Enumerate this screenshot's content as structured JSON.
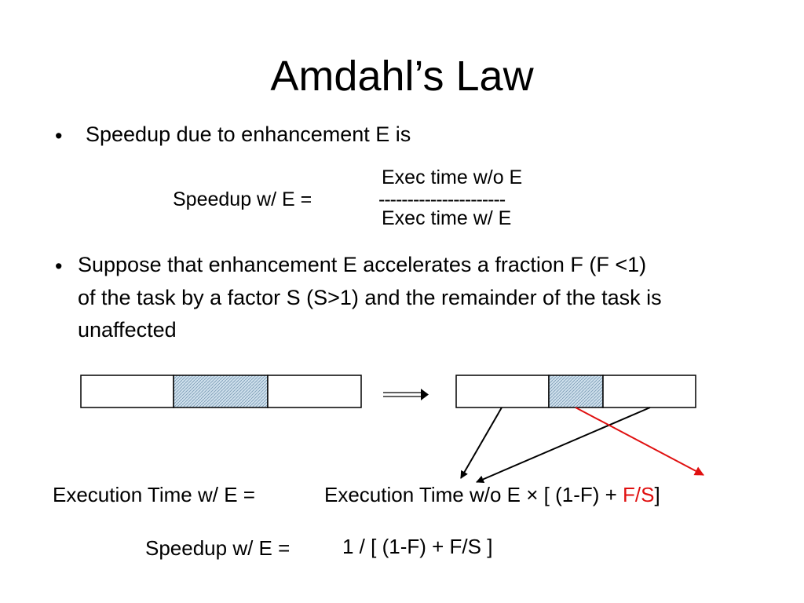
{
  "title": "Amdahl’s Law",
  "bullet_glyph": "•",
  "bullets": [
    {
      "text": "Speedup due to enhancement E is"
    },
    {
      "lines": [
        "Suppose that enhancement E accelerates a fraction F   (F <1)",
        "of the task by a factor S (S>1) and the remainder of the task is",
        "unaffected"
      ]
    }
  ],
  "speedup_formula": {
    "lhs": "Speedup w/ E =",
    "numerator": "Exec time w/o E",
    "divider": "----------------------",
    "denominator": "Exec time w/ E"
  },
  "execution_formula": {
    "lhs": "Execution Time w/ E  =",
    "rhs_prefix": "Execution Time w/o E  ×  [ (1-F) + ",
    "rhs_highlight": "F/S",
    "rhs_suffix": "]"
  },
  "final_formula": {
    "lhs": "Speedup w/ E  =",
    "rhs": "1 / [ (1-F) + F/S ]"
  },
  "colors": {
    "highlight": "#e01010",
    "hatch_fill": "#cfe0ec",
    "hatch_line": "#7a9ab4"
  }
}
